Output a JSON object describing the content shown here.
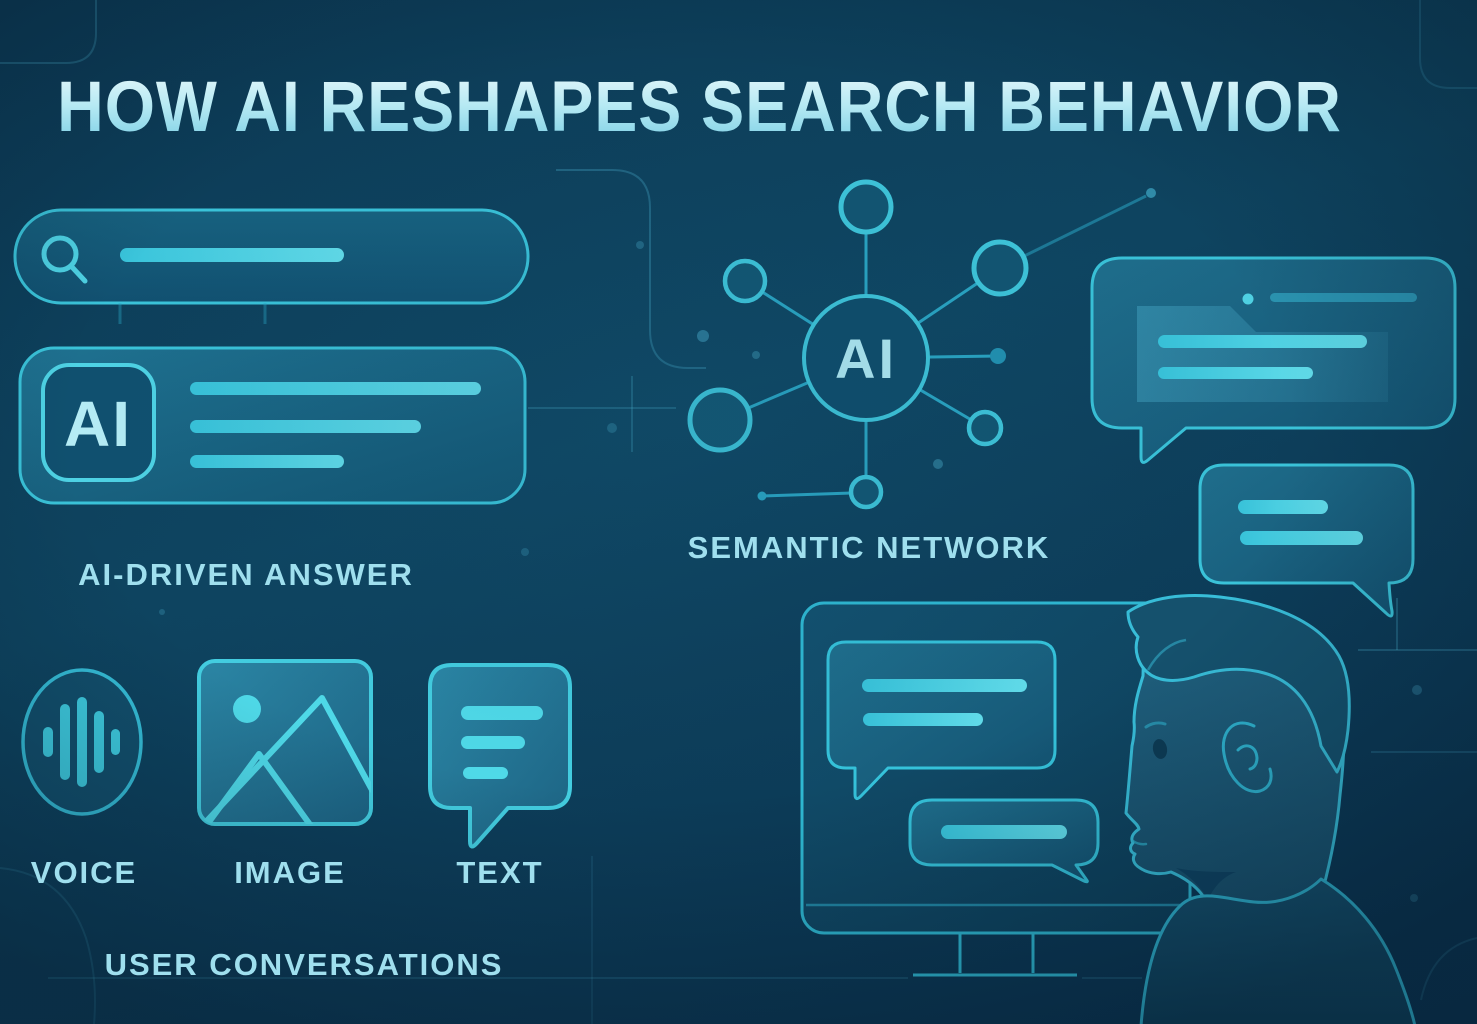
{
  "title": "HOW AI RESHAPES SEARCH BEHAVIOR",
  "search_bar": {
    "icon": "search-icon",
    "query_line": "placeholder-query-line"
  },
  "answer_card": {
    "badge": "AI",
    "label": "AI-DRIVEN ANSWER",
    "text_lines": 3
  },
  "semantic_network": {
    "center_label": "AI",
    "label": "SEMANTIC NETWORK",
    "node_count": 7
  },
  "chat_bubbles": {
    "large_bubble_lines": 2,
    "small_bubble_lines": 2
  },
  "user_inputs": {
    "items": [
      {
        "icon": "voice-icon",
        "label": "VOICE"
      },
      {
        "icon": "image-icon",
        "label": "IMAGE"
      },
      {
        "icon": "text-icon",
        "label": "TEXT"
      }
    ],
    "caption": "USER CONVERSATIONS"
  },
  "scene": {
    "monitor": "monitor-with-chat",
    "monitor_bubble_lines": 3,
    "person": "person-profile"
  },
  "colors": {
    "background": "#0d3f5b",
    "accent_stroke": "#3ac3d9",
    "bright_line": "#4fd0e2",
    "label_text": "#9fdfee",
    "title_text": "#c9eef6",
    "panel_fill": "#1a6485"
  }
}
